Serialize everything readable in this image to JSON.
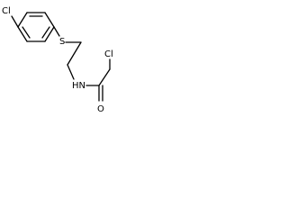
{
  "molecule": {
    "atoms": {
      "chlorine_aryl": "Cl",
      "sulfur": "S",
      "amide_nitrogen": "HN",
      "chlorine_alkyl": "Cl",
      "carbonyl_oxygen": "O"
    }
  }
}
